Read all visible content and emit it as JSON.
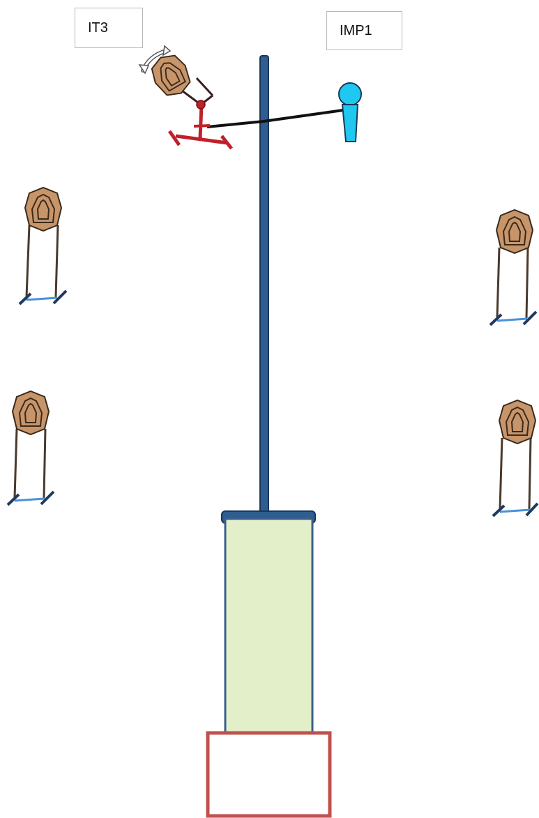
{
  "labels": {
    "it3": "IT3",
    "imp1": "IMP1"
  },
  "colors": {
    "pole": "#2f5d8f",
    "pole_edge": "#17365d",
    "target_fill": "#c8956b",
    "target_edge": "#3a2a1a",
    "stand_leg": "#4a3a2c",
    "stand_base": "#1f3a60",
    "stand_bar": "#4a90d9",
    "it3_stand": "#c0202a",
    "imp1_fill": "#1ec8f0",
    "lane_fill": "#e2efc9",
    "lane_edge": "#3a5f8f",
    "box_edge": "#c0504d"
  },
  "items": {
    "it3_target": "swinging-target",
    "imp1_target": "popper-target",
    "static_targets": 4
  }
}
